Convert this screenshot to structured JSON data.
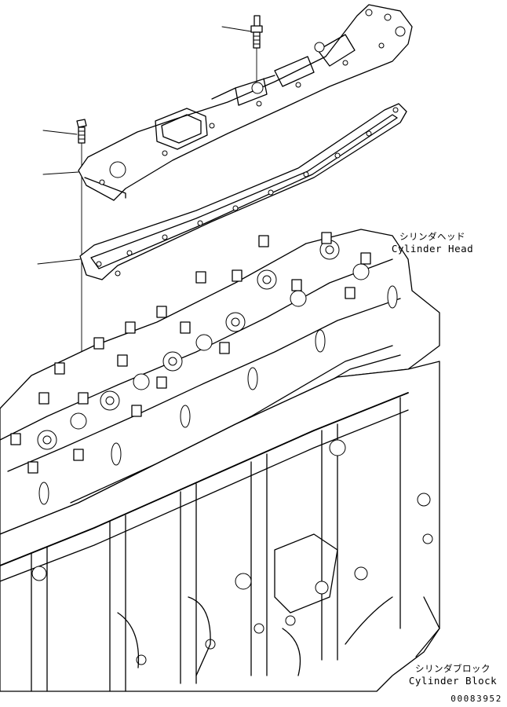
{
  "labels": {
    "cylinder_head_jp": "シリンダヘッド",
    "cylinder_head_en": "Cylinder Head",
    "cylinder_block_jp": "シリンダブロック",
    "cylinder_block_en": "Cylinder Block"
  },
  "drawing_code": "00083952"
}
